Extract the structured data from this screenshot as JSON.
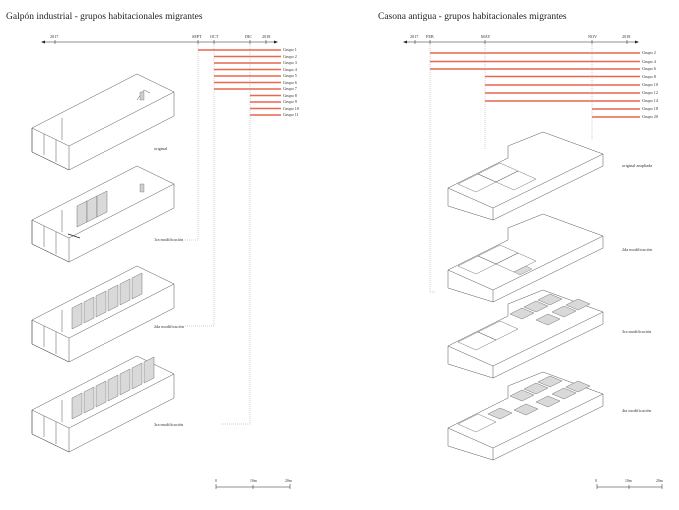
{
  "panels": [
    {
      "title": "Galpón industrial  -  grupos habitacionales  migrantes",
      "timeline_ticks": [
        "2017",
        "SEPT",
        "OCT",
        "DIC",
        "2018"
      ],
      "groups": [
        "Grupo 1",
        "Grupo 2",
        "Grupo 3",
        "Grupo 4",
        "Grupo 5",
        "Grupo 6",
        "Grupo 7",
        "Grupo 8",
        "Grupo 9",
        "Grupo 10",
        "Grupo 11"
      ],
      "phases": [
        "original",
        "1ra modificación",
        "2da modificación",
        "3ra modificación"
      ],
      "scale": [
        "0",
        "10m",
        "20m"
      ]
    },
    {
      "title": "Casona antigua  -  grupos habitacionales  migrantes",
      "timeline_ticks": [
        "2017",
        "FEB",
        "MAY",
        "NOV",
        "2018"
      ],
      "groups": [
        "Grupo 2",
        "Grupo 4",
        "Grupo 6",
        "Grupo 8",
        "Grupo 10",
        "Grupo 12",
        "Grupo 14",
        "Grupo 18",
        "Grupo 20"
      ],
      "phases": [
        "original ampliada",
        "2da modificación",
        "3ra modificación",
        "4ta modificación"
      ],
      "scale": [
        "0",
        "10m",
        "20m"
      ]
    }
  ],
  "colors": {
    "bar": "#e8674f",
    "line": "#444444",
    "dotted": "#888888",
    "fill": "#d9d9d9"
  }
}
